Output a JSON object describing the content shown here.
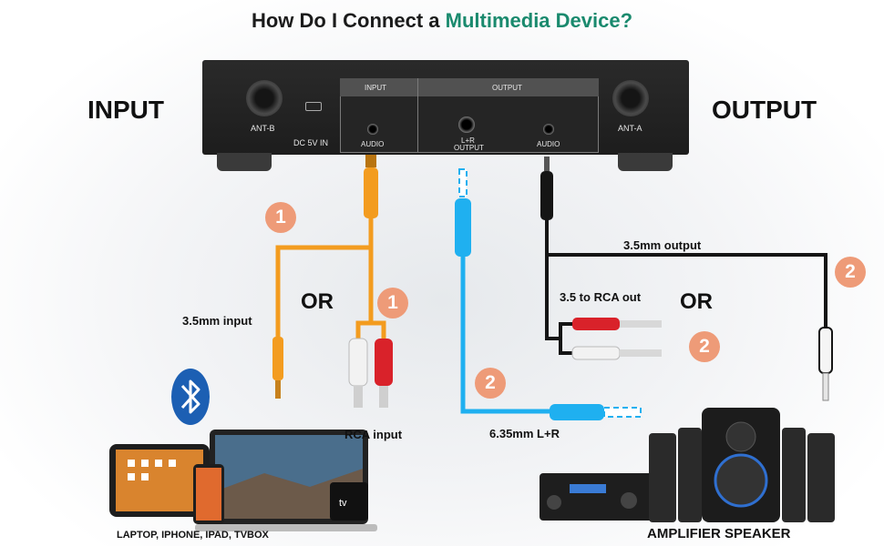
{
  "title": {
    "prefix": "How Do I Connect a ",
    "accent": "Multimedia Device?"
  },
  "labels": {
    "input": "INPUT",
    "output": "OUTPUT",
    "or_left": "OR",
    "or_right": "OR"
  },
  "device": {
    "ant_b": "ANT-B",
    "ant_a": "ANT-A",
    "dc": "DC 5V IN",
    "input_header": "INPUT",
    "output_header": "OUTPUT",
    "audio_in": "AUDIO",
    "lr_1": "L+R",
    "lr_2": "OUTPUT",
    "audio_out": "AUDIO"
  },
  "connections": {
    "mm35_input": "3.5mm input",
    "rca_input": "RCA input",
    "mm635": "6.35mm L+R",
    "rca_out": "3.5 to RCA out",
    "mm35_output": "3.5mm output"
  },
  "badges": [
    "1",
    "1",
    "2",
    "2",
    "2"
  ],
  "captions": {
    "left": "LAPTOP, IPHONE, IPAD, TVBOX",
    "right": "AMPLIFIER SPEAKER"
  },
  "colors": {
    "orange": "#f39c1f",
    "blue": "#1fb0f0",
    "black": "#151515",
    "badge": "#ee9b78",
    "accent": "#1a8a6e"
  },
  "icons": [
    "bluetooth-icon",
    "laptop-icon",
    "tablet-icon",
    "phone-icon",
    "tv-box-icon",
    "amplifier-icon",
    "speaker-icon"
  ]
}
